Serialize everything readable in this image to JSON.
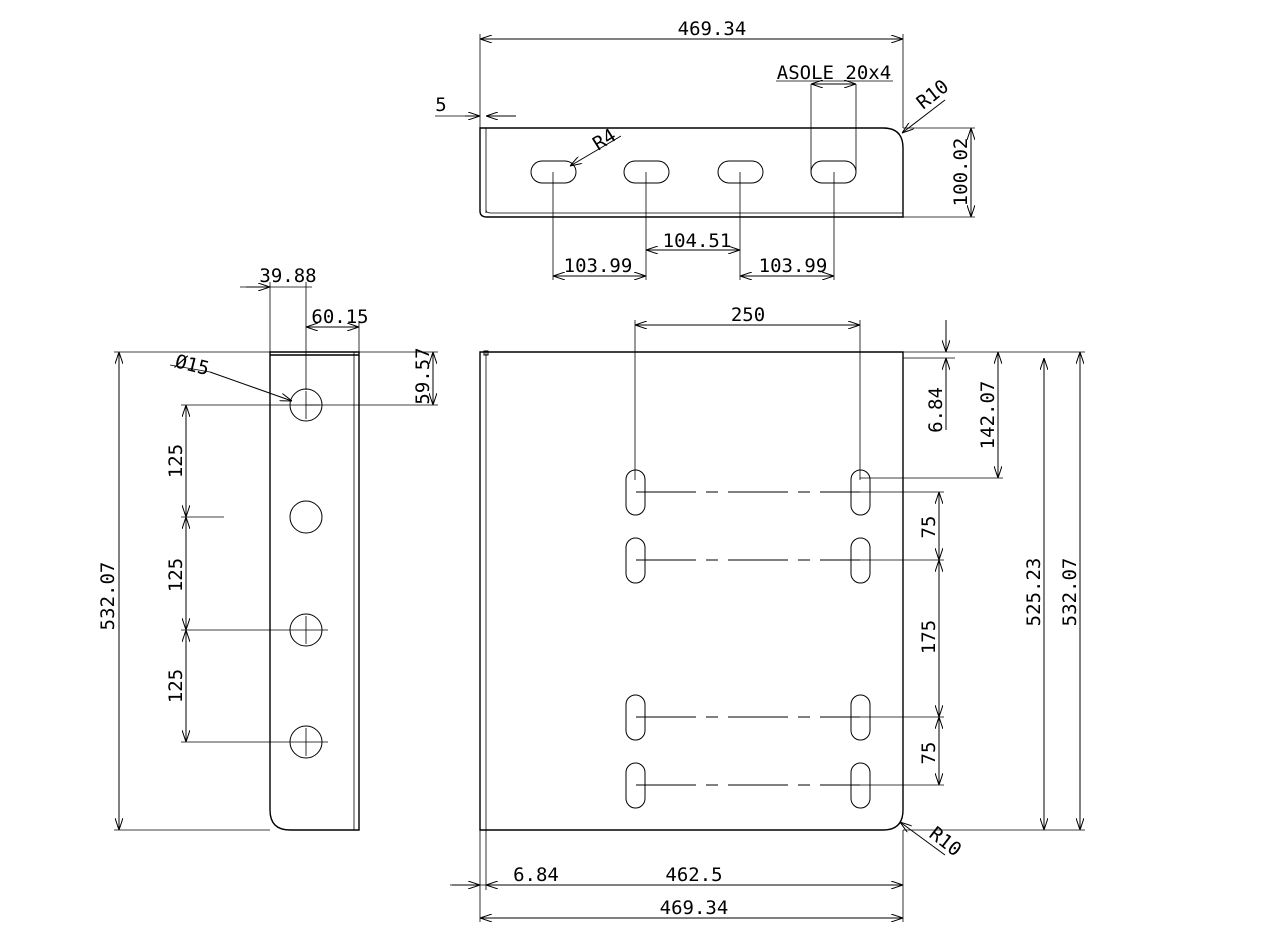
{
  "top_view": {
    "width_dim": "469.34",
    "thickness_dim": "5",
    "slot_note": "ASOLE 20x4",
    "corner_radius_dim": "R10",
    "height_dim": "100.02",
    "slot_radius_dim": "R4",
    "pitch_dim_1": "103.99",
    "pitch_dim_2": "104.51",
    "pitch_dim_3": "103.99"
  },
  "side_view": {
    "offset_dim": "39.88",
    "width_dim": "60.15",
    "hole_dia_dim": "Ø15",
    "hole_offset_dim": "59.57",
    "height_dim": "532.07",
    "pitch_dim_1": "125",
    "pitch_dim_2": "125",
    "pitch_dim_3": "125"
  },
  "front_view": {
    "slot_spacing_dim": "250",
    "edge_dim": "6.84",
    "first_slot_dim": "142.07",
    "gap_dim_1": "75",
    "gap_dim_2": "175",
    "gap_dim_3": "75",
    "inner_height_dim": "525.23",
    "height_dim": "532.07",
    "corner_radius_dim": "R10",
    "bottom_edge_dim": "6.84",
    "inner_width_dim": "462.5",
    "width_dim": "469.34"
  }
}
